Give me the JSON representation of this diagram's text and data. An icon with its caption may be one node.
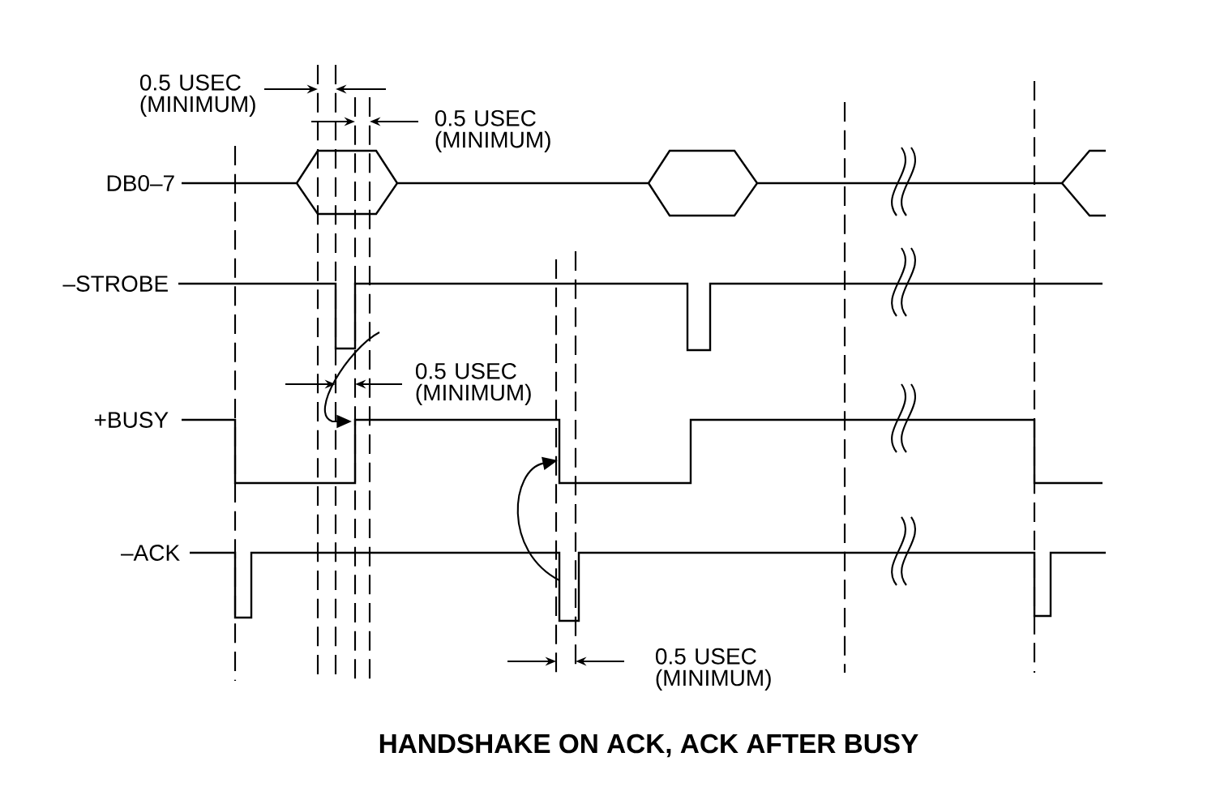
{
  "diagram": {
    "caption": "HANDSHAKE ON ACK, ACK AFTER BUSY",
    "labels": [
      "0.5 USEC (MINIMUM)",
      "0.5 USEC (MINIMUM)",
      "DB0–7",
      "–STROBE",
      "0.5 USEC (MINIMUM)",
      "+BUSY",
      "–ACK",
      "0.5 USEC (MINIMUM)"
    ]
  }
}
